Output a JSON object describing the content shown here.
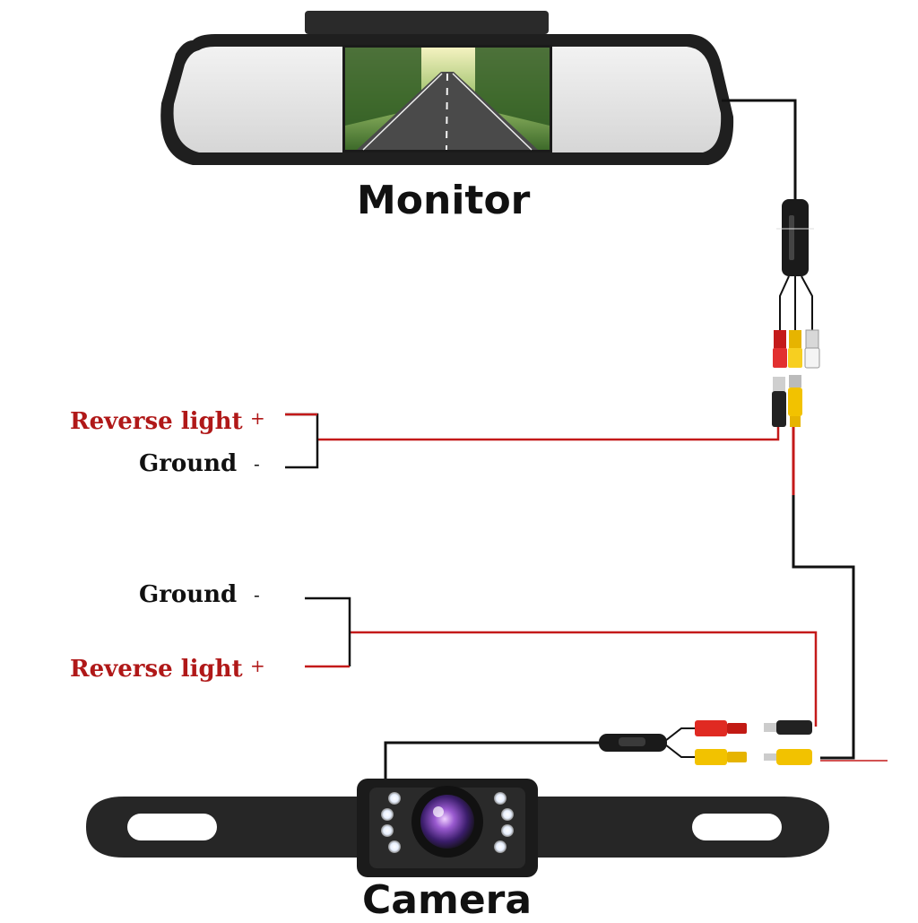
{
  "monitor": {
    "title": "Monitor"
  },
  "camera": {
    "title": "Camera"
  },
  "monitor_power": {
    "positive_label": "Reverse light",
    "positive_sign": "+",
    "ground_label": "Ground",
    "ground_sign": "-"
  },
  "camera_power": {
    "ground_label": "Ground",
    "ground_sign": "-",
    "positive_label": "Reverse light",
    "positive_sign": "+"
  },
  "colors": {
    "positive_wire": "#c41a1a",
    "ground_wire": "#111111",
    "rca_yellow": "#f2c200",
    "rca_red": "#d8201c",
    "rca_white": "#f4f4f4"
  }
}
